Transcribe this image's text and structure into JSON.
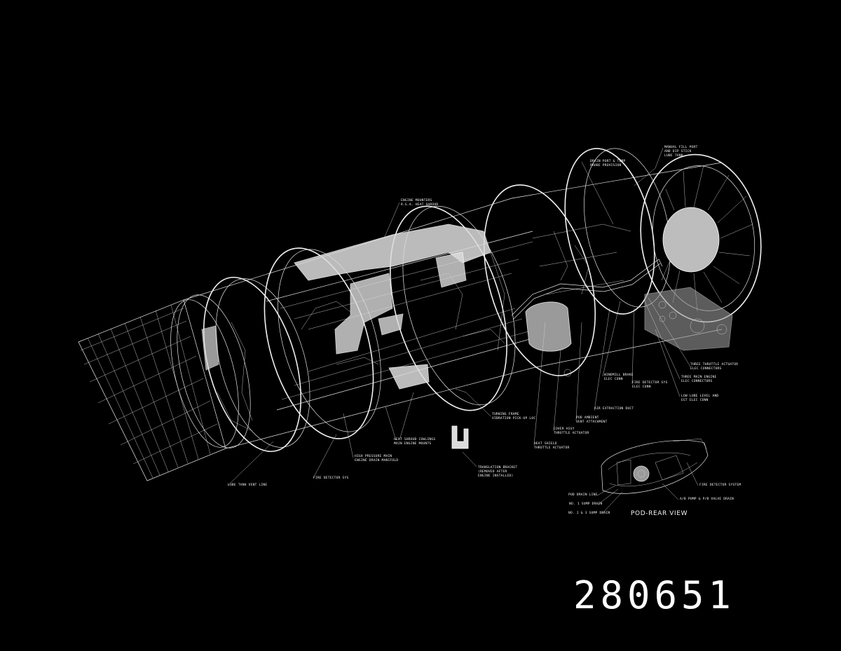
{
  "serial_number": "280651",
  "rear_view_title": "POD-REAR VIEW",
  "main_callouts": [
    {
      "id": "engine-mounts",
      "lines": [
        "ENGINE MOUNTERS",
        "R.G.A. HEAT SHROUD"
      ]
    },
    {
      "id": "drain-port",
      "lines": [
        "DRAIN PORT & TEMP",
        "PROBE PROVISION"
      ]
    },
    {
      "id": "manual-fill-port",
      "lines": [
        "MANUAL FILL PORT",
        "AND DIP STICK",
        "LUBE TANK"
      ]
    },
    {
      "id": "throttle-actuator-conn",
      "lines": [
        "THREE THROTTLE ACTUATOR",
        "ELEC CONNECTORS"
      ]
    },
    {
      "id": "main-engine-conn",
      "lines": [
        "THREE MAIN ENGINE",
        "ELEC CONNECTORS"
      ]
    },
    {
      "id": "fire-detector-conn",
      "lines": [
        "FIRE DETECTOR SYS",
        "ELEC CONN"
      ]
    },
    {
      "id": "low-lube-level",
      "lines": [
        "LOW LUBE LEVEL AND",
        "EGT ELEC CONN"
      ]
    },
    {
      "id": "windmill-brake",
      "lines": [
        "WINDMILL BRAKE",
        "ELEC CONN"
      ]
    },
    {
      "id": "air-extraction-duct",
      "lines": [
        "AIR EXTRACTION DUCT"
      ]
    },
    {
      "id": "pod-ambient-vent",
      "lines": [
        "POD AMBIENT",
        "VENT ATTACHMENT"
      ]
    },
    {
      "id": "cover-assy",
      "lines": [
        "COVER ASSY",
        "THROTTLE ACTUATOR"
      ]
    },
    {
      "id": "heat-shield",
      "lines": [
        "HEAT SHIELD",
        "THROTTLE ACTUATOR"
      ]
    },
    {
      "id": "turning-frame",
      "lines": [
        "TURNING FRAME",
        "VIBRATION PICK-UP LOC"
      ]
    },
    {
      "id": "heat-shroud-cowlings",
      "lines": [
        "HEAT SHROUD COWLINGS",
        "MAIN ENGINE MOUNTS"
      ]
    },
    {
      "id": "translation-bracket",
      "lines": [
        "TRANSLATION BRACKET",
        "(REMOVED AFTER",
        "ENGINE INSTALLED)"
      ]
    },
    {
      "id": "high-pressure-main",
      "lines": [
        "HIGH PRESSURE MAIN",
        "ENGINE DRAIN MANIFOLD"
      ]
    },
    {
      "id": "fire-detector-sys",
      "lines": [
        "FIRE DETECTOR SYS"
      ]
    },
    {
      "id": "lube-tank-vent",
      "lines": [
        "LUBE TANK VENT LINE"
      ]
    }
  ],
  "rear_callouts": [
    {
      "id": "pod-drain-line",
      "lines": [
        "POD DRAIN LINE"
      ]
    },
    {
      "id": "sump-drain-1",
      "lines": [
        "NO. 1 SUMP DRAIN"
      ]
    },
    {
      "id": "sump-drain-23",
      "lines": [
        "NO. 2 & 3 SUMP DRAIN"
      ]
    },
    {
      "id": "fire-detector-system",
      "lines": [
        "FIRE DETECTOR SYSTEM"
      ]
    },
    {
      "id": "valve-drain",
      "lines": [
        "A/B PUMP & P/B VALVE DRAIN"
      ]
    }
  ]
}
